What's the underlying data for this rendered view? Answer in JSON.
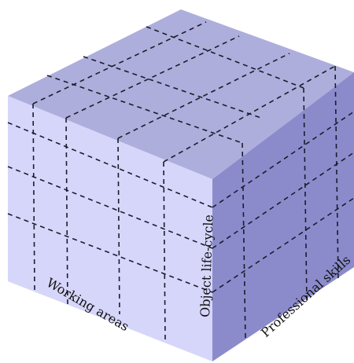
{
  "diagram": {
    "axes": {
      "working_areas": "Working areas",
      "object_life_cycle": "Object life-cycle",
      "professional_skills": "Professional skills"
    },
    "colors": {
      "front_face": "#d6d6fb",
      "top_face": "#aeaedc",
      "right_face": "#8b8bcc",
      "grid": "#1c1c2e"
    }
  }
}
